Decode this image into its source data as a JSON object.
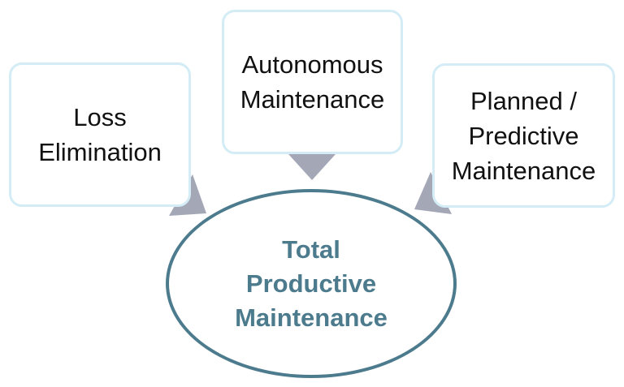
{
  "colors": {
    "box_border": "#d4ecf6",
    "arrow": "#a3a7b6",
    "ellipse_border": "#4d7b8e",
    "ellipse_text": "#4d7b8e",
    "box_text": "#111111"
  },
  "boxes": {
    "loss": {
      "line1": "Loss",
      "line2": "Elimination"
    },
    "autonomous": {
      "line1": "Autonomous",
      "line2": "Maintenance"
    },
    "planned": {
      "line1": "Planned /",
      "line2": "Predictive",
      "line3": "Maintenance"
    }
  },
  "center": {
    "line1": "Total",
    "line2": "Productive",
    "line3": "Maintenance"
  }
}
